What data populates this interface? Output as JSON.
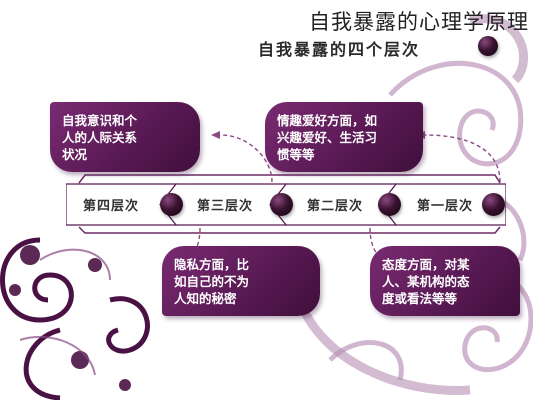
{
  "page_title": "自我暴露的心理学原理",
  "diagram": {
    "subtitle": "自我暴露的四个层次",
    "layers": [
      {
        "label": "第一层次"
      },
      {
        "label": "第二层次"
      },
      {
        "label": "第三层次"
      },
      {
        "label": "第四层次"
      }
    ],
    "notes": {
      "layer1": [
        "情趣爱好方面，如",
        "兴趣爱好、生活习",
        "惯等等"
      ],
      "layer2": [
        "态度方面，对某",
        "人、某机构的态",
        "度或看法等等"
      ],
      "layer3": [
        "隐私方面，比",
        "如自己的不为",
        "人知的秘密"
      ],
      "layer4": [
        "自我意识和个",
        "人的人际关系",
        "状况"
      ]
    }
  },
  "colors": {
    "accent": "#5a1a55",
    "swirl": "#c9a9c8",
    "dot": "#2a0a26"
  }
}
